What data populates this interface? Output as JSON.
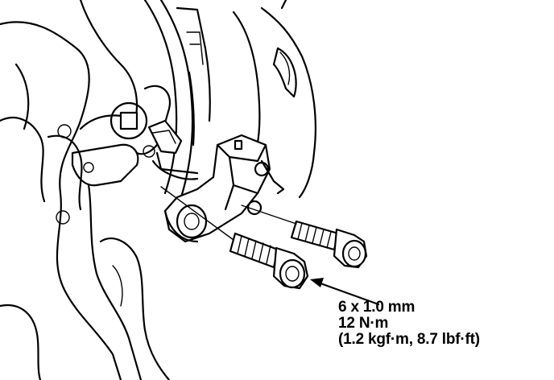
{
  "spec": {
    "thread": "6 x 1.0 mm",
    "torque_nm": "12 N·m",
    "torque_alt": "(1.2 kgf·m, 8.7 lbf·ft)"
  }
}
